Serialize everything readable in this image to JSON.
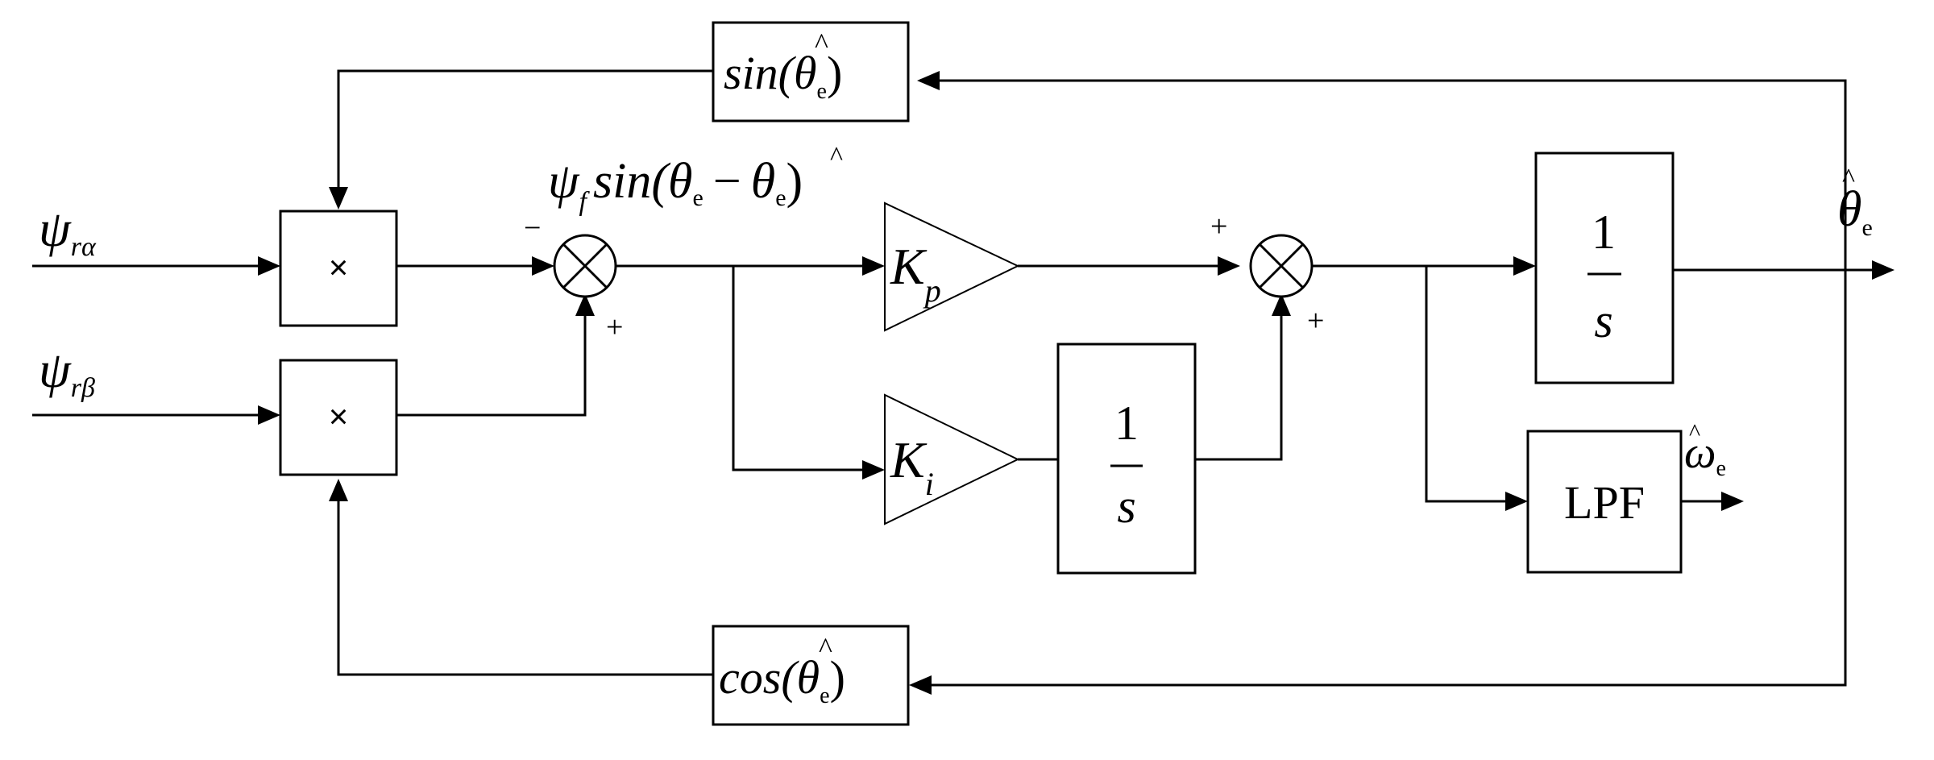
{
  "inputs": {
    "psi_alpha": {
      "base": "ψ",
      "sub": "rα"
    },
    "psi_beta": {
      "base": "ψ",
      "sub": "rβ"
    }
  },
  "blocks": {
    "sin_feedback": {
      "fn": "sin(",
      "var": "θ",
      "hat": "^",
      "sub": "e",
      "close": ")"
    },
    "cos_feedback": {
      "fn": "cos(",
      "var": "θ",
      "hat": "^",
      "sub": "e",
      "close": ")"
    },
    "multiplier_top": "×",
    "multiplier_bottom": "×",
    "kp_gain": {
      "base": "K",
      "sub": "p"
    },
    "ki_gain": {
      "base": "K",
      "sub": "i"
    },
    "integrator_ki": {
      "num": "1",
      "den": "s"
    },
    "integrator_theta": {
      "num": "1",
      "den": "s"
    },
    "lpf": "LPF"
  },
  "error_label": {
    "psi": "ψ",
    "psi_sub": "f",
    "fn": "sin(",
    "theta": "θ",
    "theta_sub": "e",
    "minus": "−",
    "theta_hat": "θ",
    "hat": "^",
    "theta_hat_sub": "e",
    "close": ")"
  },
  "sum1_signs": {
    "left": "−",
    "bottom": "+"
  },
  "sum2_signs": {
    "left": "+",
    "bottom": "+"
  },
  "outputs": {
    "theta_hat": {
      "var": "θ",
      "hat": "^",
      "sub": "e"
    },
    "omega_hat": {
      "var": "ω",
      "hat": "^",
      "sub": "e"
    }
  }
}
